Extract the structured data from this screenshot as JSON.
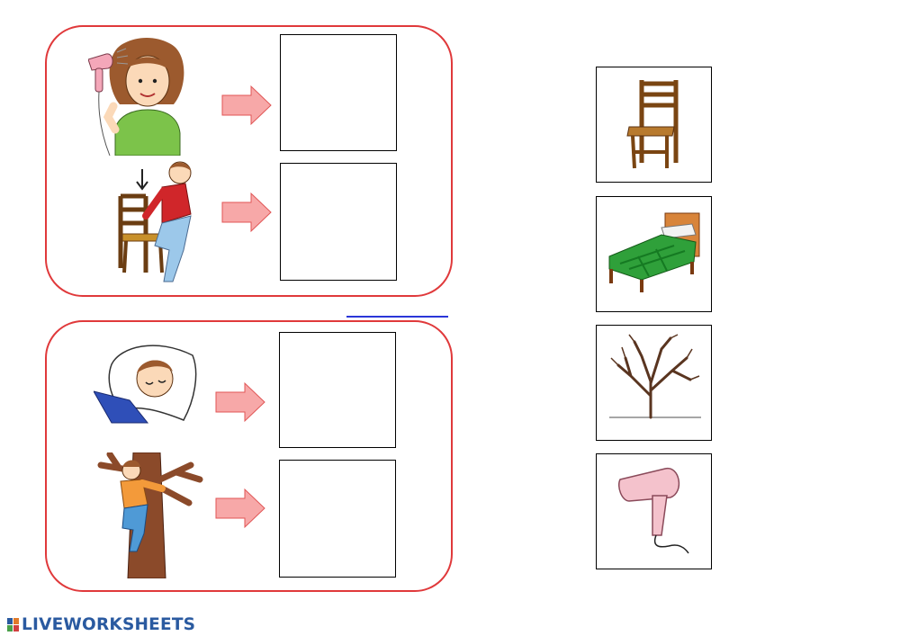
{
  "footer": {
    "logo_text": "LIVEWORKSHEETS"
  },
  "groups": [
    {
      "rows": [
        "girl-drying-hair",
        "boy-sitting-on-chair"
      ]
    },
    {
      "rows": [
        "boy-sleeping-in-bed",
        "boy-climbing-tree"
      ]
    }
  ],
  "answer_cards": [
    "chair",
    "bed",
    "tree",
    "hair-dryer"
  ],
  "colors": {
    "frame": "#e0393b",
    "arrow": "#f07a7a",
    "logo": "#2a5aa0",
    "underline": "#2a36d8"
  }
}
